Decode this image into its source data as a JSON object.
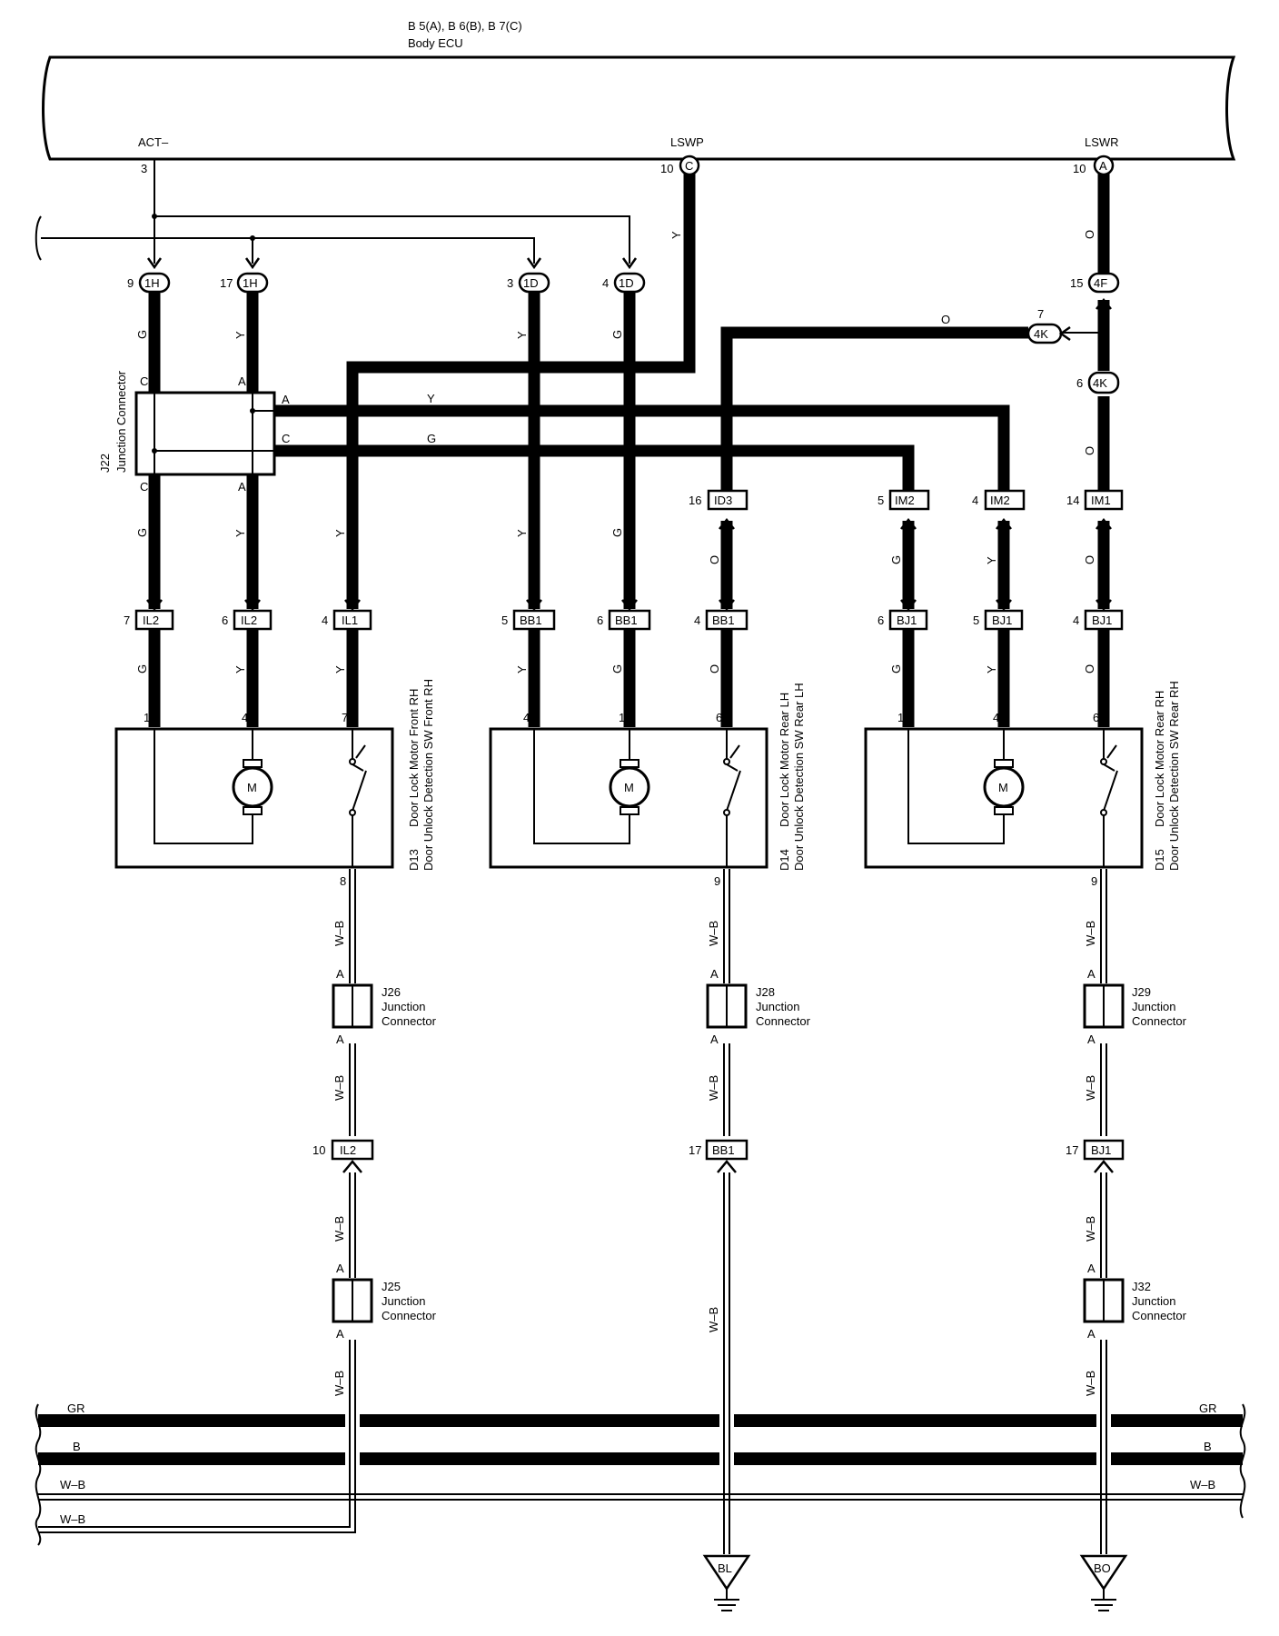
{
  "ecu": {
    "header": "B 5(A), B 6(B), B 7(C)",
    "name": "Body ECU",
    "terminals": [
      {
        "signal": "ACT–",
        "pin": "3",
        "conn": ""
      },
      {
        "signal": "LSWP",
        "pin": "10",
        "conn": "C"
      },
      {
        "signal": "LSWR",
        "pin": "10",
        "conn": "A"
      }
    ]
  },
  "j22": {
    "code": "J22",
    "name": "Junction Connector",
    "pins_top": [
      "C",
      "A"
    ],
    "pins_bottom": [
      "C",
      "A"
    ],
    "pins_right": [
      "A",
      "C"
    ]
  },
  "wire_colors": {
    "g": "G",
    "y": "Y",
    "o": "O",
    "wb": "W–B",
    "gr": "GR",
    "b": "B"
  },
  "inline_connectors": {
    "c1h_9": {
      "pin": "9",
      "code": "1H"
    },
    "c1h_17": {
      "pin": "17",
      "code": "1H"
    },
    "c1d_3": {
      "pin": "3",
      "code": "1D"
    },
    "c1d_4": {
      "pin": "4",
      "code": "1D"
    },
    "c4f": {
      "pin": "15",
      "code": "4F"
    },
    "c4k_7": {
      "pin": "7",
      "code": "4K"
    },
    "c4k_6": {
      "pin": "6",
      "code": "4K"
    },
    "id3": {
      "pin": "16",
      "code": "ID3"
    },
    "im2_5": {
      "pin": "5",
      "code": "IM2"
    },
    "im2_4": {
      "pin": "4",
      "code": "IM2"
    },
    "im1": {
      "pin": "14",
      "code": "IM1"
    },
    "il2_7": {
      "pin": "7",
      "code": "IL2"
    },
    "il2_6": {
      "pin": "6",
      "code": "IL2"
    },
    "il1_4": {
      "pin": "4",
      "code": "IL1"
    },
    "bb1_5": {
      "pin": "5",
      "code": "BB1"
    },
    "bb1_6": {
      "pin": "6",
      "code": "BB1"
    },
    "bb1_4": {
      "pin": "4",
      "code": "BB1"
    },
    "bj1_6": {
      "pin": "6",
      "code": "BJ1"
    },
    "bj1_5": {
      "pin": "5",
      "code": "BJ1"
    },
    "bj1_4": {
      "pin": "4",
      "code": "BJ1"
    },
    "il2_10": {
      "pin": "10",
      "code": "IL2"
    },
    "bb1_17": {
      "pin": "17",
      "code": "BB1"
    },
    "bj1_17": {
      "pin": "17",
      "code": "BJ1"
    }
  },
  "components": [
    {
      "code": "D13",
      "line1": "Door Lock Motor Front RH",
      "line2": "Door Unlock Detection SW Front RH",
      "pins": [
        "1",
        "4",
        "7"
      ],
      "ground_pin": "8",
      "motor": "M"
    },
    {
      "code": "D14",
      "line1": "Door Lock Motor Rear LH",
      "line2": "Door Unlock Detection SW Rear LH",
      "pins": [
        "4",
        "1",
        "6"
      ],
      "ground_pin": "9",
      "motor": "M"
    },
    {
      "code": "D15",
      "line1": "Door Lock Motor Rear RH",
      "line2": "Door Unlock Detection SW Rear RH",
      "pins": [
        "1",
        "4",
        "6"
      ],
      "ground_pin": "9",
      "motor": "M"
    }
  ],
  "junctions": [
    {
      "code": "J26",
      "line1": "Junction",
      "line2": "Connector",
      "pin_top": "A",
      "pin_bottom": "A"
    },
    {
      "code": "J28",
      "line1": "Junction",
      "line2": "Connector",
      "pin_top": "A",
      "pin_bottom": "A"
    },
    {
      "code": "J29",
      "line1": "Junction",
      "line2": "Connector",
      "pin_top": "A",
      "pin_bottom": "A"
    },
    {
      "code": "J25",
      "line1": "Junction",
      "line2": "Connector",
      "pin_top": "A",
      "pin_bottom": "A"
    },
    {
      "code": "J32",
      "line1": "Junction",
      "line2": "Connector",
      "pin_top": "A",
      "pin_bottom": "A"
    }
  ],
  "grounds": [
    {
      "code": "BL"
    },
    {
      "code": "BO"
    }
  ]
}
